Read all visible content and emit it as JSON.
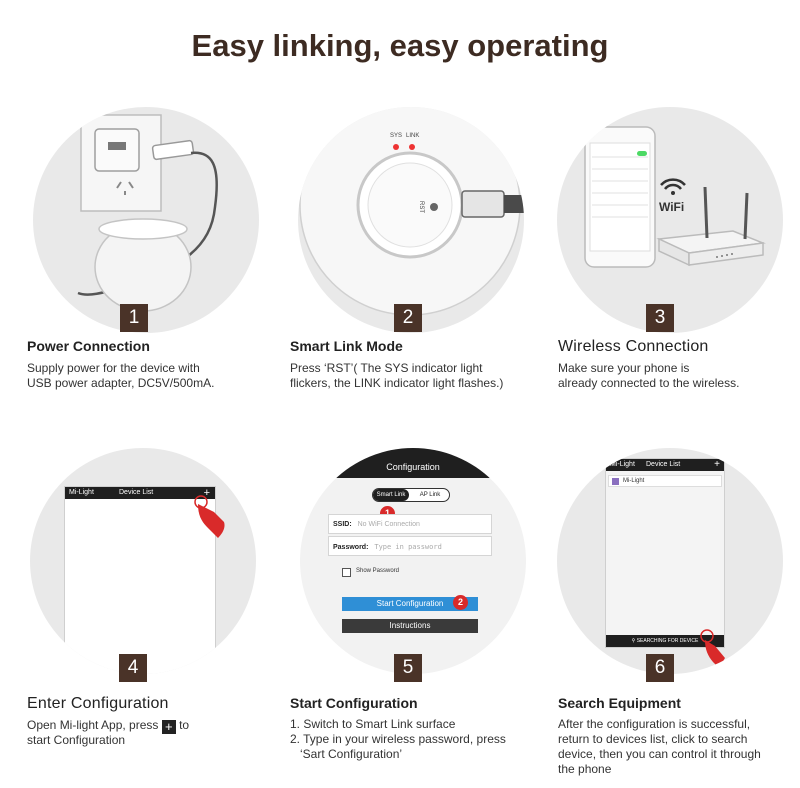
{
  "title": "Easy linking, easy operating",
  "steps": [
    {
      "number": "1",
      "title": "Power Connection",
      "desc": [
        "Supply power for the device with",
        "USB power adapter, DC5V/500mA."
      ]
    },
    {
      "number": "2",
      "title": "Smart Link Mode",
      "desc": [
        "Press ‘RST’( The SYS indicator light",
        "flickers, the LINK indicator light flashes.)"
      ],
      "illustration": {
        "sys_label": "SYS",
        "link_label": "LINK",
        "rst_label": "RST"
      }
    },
    {
      "number": "3",
      "title": "Wireless Connection",
      "desc": [
        "Make sure your phone is",
        "already connected to the wireless."
      ],
      "illustration": {
        "wifi_label": "WiFi"
      }
    },
    {
      "number": "4",
      "title": "Enter Configuration",
      "desc_part1": "Open Mi-light App, press",
      "desc_part2": "to",
      "desc_line2": "start Configuration",
      "screen": {
        "logo": "Mi-Light",
        "header": "Device List",
        "plus": "+"
      }
    },
    {
      "number": "5",
      "title": "Start Configuration",
      "desc": [
        "1. Switch to Smart Link surface",
        "2. Type in your wireless password, press",
        "   ‘Sart Configuration’"
      ],
      "screen": {
        "header": "Configuration",
        "tab_smart": "Smart Link",
        "tab_ap": "AP Link",
        "ssid_label": "SSID:",
        "ssid_value": "No WiFi Connection",
        "password_label": "Password:",
        "password_placeholder": "Type in password",
        "show_password": "Show Password",
        "start_button": "Start Configuration",
        "instructions_button": "Instructions",
        "badge1": "1",
        "badge2": "2"
      }
    },
    {
      "number": "6",
      "title": "Search Equipment",
      "desc": [
        "After the configuration is successful,",
        "return to devices list, click to search",
        "device, then you can control it through",
        "the phone"
      ],
      "screen": {
        "logo": "Mi-Light",
        "header": "Device List",
        "plus": "+",
        "item": "Mi-Light",
        "search_bar": "SEARCHING FOR DEVICE"
      }
    }
  ]
}
